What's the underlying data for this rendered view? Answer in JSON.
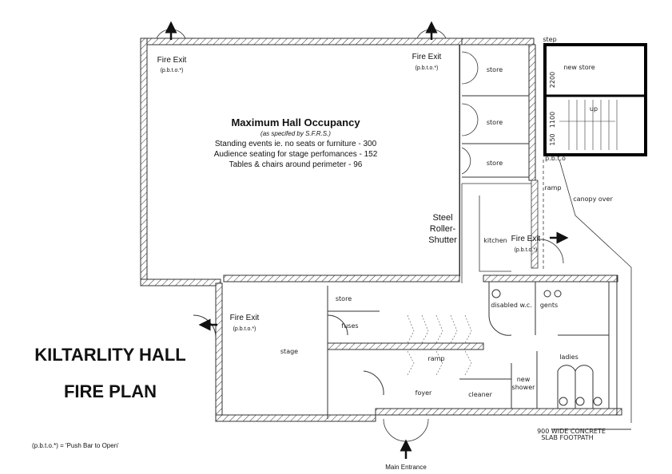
{
  "title": {
    "line1": "KILTARLITY HALL",
    "line2": "FIRE PLAN"
  },
  "occupancy": {
    "heading": "Maximum Hall Occupancy",
    "subheading": "(as specifed by S.F.R.S.)",
    "lines": [
      "Standing events ie. no seats or furniture - 300",
      "Audience seating for stage perfomances - 152",
      "Tables & chairs around perimeter - 96"
    ]
  },
  "fire_exits": [
    {
      "label": "Fire Exit",
      "note": "(p.b.t.o.*)",
      "direction": "up"
    },
    {
      "label": "Fire Exit",
      "note": "(p.b.t.o.*)",
      "direction": "up"
    },
    {
      "label": "Fire Exit",
      "note": "(p.b.t.o.*)",
      "direction": "right"
    },
    {
      "label": "Fire Exit",
      "note": "(p.b.t.o.*)",
      "direction": "left"
    }
  ],
  "shutter": {
    "lines": [
      "Steel",
      "Roller-",
      "Shutter"
    ]
  },
  "main_entrance": "Main Entrance",
  "legend": "(p.b.t.o.*) = 'Push Bar to Open'",
  "rooms": {
    "store1": "store",
    "store2": "store",
    "store3": "store",
    "new_store": "new store",
    "kitchen": "kitchen",
    "stage": "stage",
    "store_small": "store",
    "fuses": "fuses",
    "ramp": "ramp",
    "foyer": "foyer",
    "cleaner": "cleaner",
    "disabled_wc": "disabled w.c.",
    "gents": "gents",
    "ladies": "ladies",
    "new_shower_1": "new",
    "new_shower_2": "shower",
    "ramp_ext": "ramp",
    "canopy": "canopy over",
    "pbto": "p.b.t.o",
    "up": "up",
    "ftpath_1": "900 WIDE CONCRETE",
    "ftpath_2": "SLAB FOOTPATH",
    "step": "step"
  },
  "dimensions": [
    "2200",
    "1100",
    "150"
  ]
}
